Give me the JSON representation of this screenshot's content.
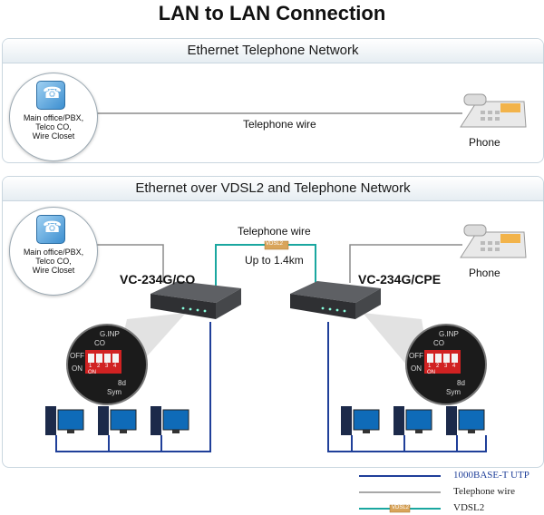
{
  "title": "LAN to LAN Connection",
  "top_panel": {
    "heading": "Ethernet Telephone Network",
    "office_label": "Main office/PBX,\nTelco CO,\nWire Closet",
    "wire_label": "Telephone wire",
    "phone_label": "Phone"
  },
  "bottom_panel": {
    "heading": "Ethernet over VDSL2 and Telephone Network",
    "office_label": "Main office/PBX,\nTelco CO,\nWire Closet",
    "wire_label": "Telephone wire",
    "distance_label": "Up to 1.4km",
    "vdsl_tag": "VDSL2",
    "device_left": "VC-234G/CO",
    "device_right": "VC-234G/CPE",
    "phone_label": "Phone",
    "dip_labels": {
      "g_inp": "G.INP",
      "co": "CO",
      "off": "OFF",
      "on": "ON",
      "on_small": "ON",
      "numbers": [
        "1",
        "2",
        "3",
        "4"
      ],
      "bottom": "Sym",
      "bottom_right": "8d"
    }
  },
  "legend": [
    {
      "label": "1000BASE-T UTP",
      "color": "#1f3f99"
    },
    {
      "label": "Telephone wire",
      "color": "#8c8c8c"
    },
    {
      "label": "VDSL2",
      "color": "#1aa7a0",
      "tag": "VDSL2"
    }
  ]
}
